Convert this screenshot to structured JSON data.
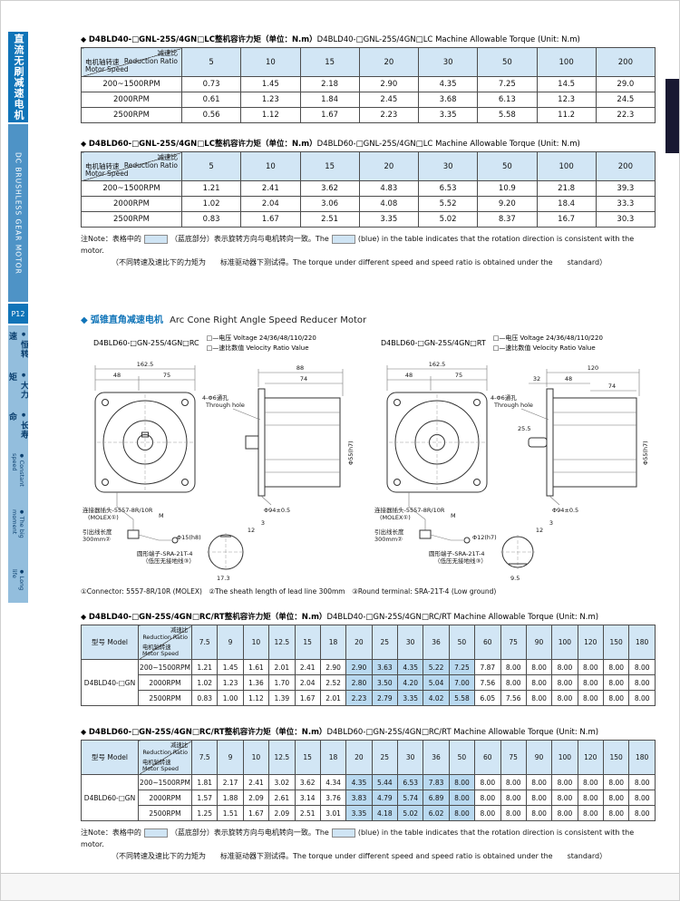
{
  "icons": {
    "diamond": "◆"
  },
  "sidebar": {
    "title_cn": "直流无刷减速电机",
    "title_en": "DC BRUSHLESS GEAR MOTOR",
    "page_no": "P12",
    "features": [
      "恒转速",
      "大力矩",
      "长寿命",
      "Constant speed",
      "The big moment",
      "Long life"
    ]
  },
  "corner": {
    "cn_top": "减速比",
    "en_top": "Reduction Ratio",
    "cn_bottom": "电机轴转速",
    "en_bottom": "Motor Speed"
  },
  "note": {
    "part1": "注Note：表格中的",
    "part2": "（蓝底部分）表示旋转方向与电机转向一致。The",
    "part3": "(blue) in the table indicates that the rotation direction is consistent with the motor.",
    "line2": "（不同转速及速比下的力矩为　　标准驱动器下测试得。The torque under different speed and speed ratio is obtained under the　　standard）"
  },
  "table1": {
    "title_cn": "D4BLD40-□GNL-25S/4GN□LC整机容许力矩（单位：N.m）",
    "title_en": "D4BLD40-□GNL-25S/4GN□LC Machine Allowable Torque (Unit: N.m)",
    "ratios": [
      "5",
      "10",
      "15",
      "20",
      "30",
      "50",
      "100",
      "200"
    ],
    "rows": [
      {
        "speed": "200~1500RPM",
        "values": [
          "0.73",
          "1.45",
          "2.18",
          "2.90",
          "4.35",
          "7.25",
          "14.5",
          "29.0"
        ]
      },
      {
        "speed": "2000RPM",
        "values": [
          "0.61",
          "1.23",
          "1.84",
          "2.45",
          "3.68",
          "6.13",
          "12.3",
          "24.5"
        ]
      },
      {
        "speed": "2500RPM",
        "values": [
          "0.56",
          "1.12",
          "1.67",
          "2.23",
          "3.35",
          "5.58",
          "11.2",
          "22.3"
        ]
      }
    ]
  },
  "table2": {
    "title_cn": "D4BLD60-□GNL-25S/4GN□LC整机容许力矩（单位：N.m）",
    "title_en": "D4BLD60-□GNL-25S/4GN□LC Machine Allowable Torque (Unit: N.m)",
    "ratios": [
      "5",
      "10",
      "15",
      "20",
      "30",
      "50",
      "100",
      "200"
    ],
    "rows": [
      {
        "speed": "200~1500RPM",
        "values": [
          "1.21",
          "2.41",
          "3.62",
          "4.83",
          "6.53",
          "10.9",
          "21.8",
          "39.3"
        ]
      },
      {
        "speed": "2000RPM",
        "values": [
          "1.02",
          "2.04",
          "3.06",
          "4.08",
          "5.52",
          "9.20",
          "18.4",
          "33.3"
        ]
      },
      {
        "speed": "2500RPM",
        "values": [
          "0.83",
          "1.67",
          "2.51",
          "3.35",
          "5.02",
          "8.37",
          "16.7",
          "30.3"
        ]
      }
    ]
  },
  "section": {
    "cn": "弧锥直角减速电机",
    "en": "Arc Cone Right Angle Speed Reducer Motor"
  },
  "models": {
    "left": {
      "code": "D4BLD60-□GN-25S/4GN□RC",
      "legend1": "□—电压 Voltage 24/36/48/110/220",
      "legend2": "□—速比数值 Velocity Ratio Value"
    },
    "right": {
      "code": "D4BLD60-□GN-25S/4GN□RT",
      "legend1": "□—电压 Voltage 24/36/48/110/220",
      "legend2": "□—速比数值 Velocity Ratio Value"
    }
  },
  "drawings": {
    "note": "①Connector: 5557-8R/10R (MOLEX)　②The sheath length of lead line 300mm　③Round terminal: SRA-21T-4 (Low ground)",
    "left": {
      "labels": {
        "overall": "162.5",
        "seg1": "48",
        "seg2": "75",
        "side_overall": "88",
        "side_seg": "74",
        "holes": "4-Φ6通孔",
        "holes_en": "Through hole",
        "pilot": "Φ94±0.5",
        "spigot": "Φ55(h7)",
        "dim3": "3",
        "dim12": "12",
        "connector": "连接器插头-5557-8R/10R",
        "connector2": "(MOLEX①)",
        "m": "M",
        "lead": "引出线长度",
        "lead2": "300mm②",
        "terminal": "圆形端子-SRA-21T-4",
        "terminal2": "（低压无接地线③）",
        "shaft": "Φ15(h8)",
        "shaft2": "17.3"
      }
    },
    "right": {
      "labels": {
        "overall": "162.5",
        "seg1": "48",
        "seg2": "75",
        "side_overall": "120",
        "side_s1": "32",
        "side_s2": "48",
        "side_seg": "74",
        "holes": "4-Φ6通孔",
        "holes_en": "Through hole",
        "pilot": "Φ94±0.5",
        "spigot": "Φ55(h7)",
        "dim3": "3",
        "dim12": "12",
        "connector": "连接器插头-5557-8R/10R",
        "connector2": "(MOLEX①)",
        "m": "M",
        "lead": "引出线长度",
        "lead2": "300mm②",
        "terminal": "圆形端子-SRA-21T-4",
        "terminal2": "（低压无接地线③）",
        "angle": "25.5",
        "shaft": "Φ12(h7)",
        "shaft2": "9.5"
      }
    }
  },
  "table3": {
    "title_cn": "D4BLD40-□GN-25S/4GN□RC/RT整机容许力矩（单位：N.m）",
    "title_en": "D4BLD40-□GN-25S/4GN□RC/RT Machine Allowable Torque (Unit: N.m)",
    "model_header": "型号 Model",
    "model": "D4BLD40-□GN",
    "ratios": [
      "7.5",
      "9",
      "10",
      "12.5",
      "15",
      "18",
      "20",
      "25",
      "30",
      "36",
      "50",
      "60",
      "75",
      "90",
      "100",
      "120",
      "150",
      "180"
    ],
    "highlight_cols": [
      6,
      7,
      8,
      9,
      10
    ],
    "rows": [
      {
        "speed": "200~1500RPM",
        "values": [
          "1.21",
          "1.45",
          "1.61",
          "2.01",
          "2.41",
          "2.90",
          "2.90",
          "3.63",
          "4.35",
          "5.22",
          "7.25",
          "7.87",
          "8.00",
          "8.00",
          "8.00",
          "8.00",
          "8.00",
          "8.00"
        ]
      },
      {
        "speed": "2000RPM",
        "values": [
          "1.02",
          "1.23",
          "1.36",
          "1.70",
          "2.04",
          "2.52",
          "2.80",
          "3.50",
          "4.20",
          "5.04",
          "7.00",
          "7.56",
          "8.00",
          "8.00",
          "8.00",
          "8.00",
          "8.00",
          "8.00"
        ]
      },
      {
        "speed": "2500RPM",
        "values": [
          "0.83",
          "1.00",
          "1.12",
          "1.39",
          "1.67",
          "2.01",
          "2.23",
          "2.79",
          "3.35",
          "4.02",
          "5.58",
          "6.05",
          "7.56",
          "8.00",
          "8.00",
          "8.00",
          "8.00",
          "8.00"
        ]
      }
    ]
  },
  "table4": {
    "title_cn": "D4BLD60-□GN-25S/4GN□RC/RT整机容许力矩（单位：N.m）",
    "title_en": "D4BLD60-□GN-25S/4GN□RC/RT Machine Allowable Torque (Unit: N.m)",
    "model_header": "型号 Model",
    "model": "D4BLD60-□GN",
    "ratios": [
      "7.5",
      "9",
      "10",
      "12.5",
      "15",
      "18",
      "20",
      "25",
      "30",
      "36",
      "50",
      "60",
      "75",
      "90",
      "100",
      "120",
      "150",
      "180"
    ],
    "highlight_cols": [
      6,
      7,
      8,
      9,
      10
    ],
    "rows": [
      {
        "speed": "200~1500RPM",
        "values": [
          "1.81",
          "2.17",
          "2.41",
          "3.02",
          "3.62",
          "4.34",
          "4.35",
          "5.44",
          "6.53",
          "7.83",
          "8.00",
          "8.00",
          "8.00",
          "8.00",
          "8.00",
          "8.00",
          "8.00",
          "8.00"
        ]
      },
      {
        "speed": "2000RPM",
        "values": [
          "1.57",
          "1.88",
          "2.09",
          "2.61",
          "3.14",
          "3.76",
          "3.83",
          "4.79",
          "5.74",
          "6.89",
          "8.00",
          "8.00",
          "8.00",
          "8.00",
          "8.00",
          "8.00",
          "8.00",
          "8.00"
        ]
      },
      {
        "speed": "2500RPM",
        "values": [
          "1.25",
          "1.51",
          "1.67",
          "2.09",
          "2.51",
          "3.01",
          "3.35",
          "4.18",
          "5.02",
          "6.02",
          "8.00",
          "8.00",
          "8.00",
          "8.00",
          "8.00",
          "8.00",
          "8.00",
          "8.00"
        ]
      }
    ]
  }
}
